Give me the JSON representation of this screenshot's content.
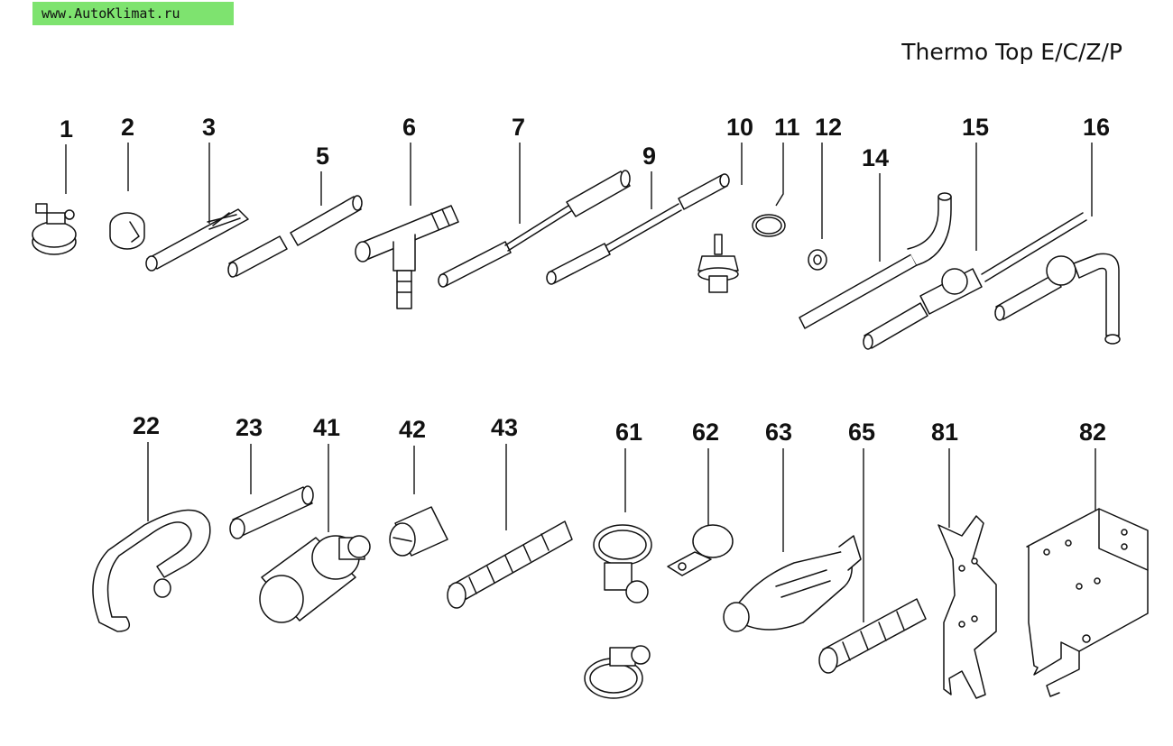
{
  "watermark": "www.AutoKlimat.ru",
  "title": "Thermo Top E/C/Z/P",
  "parts": [
    "1",
    "2",
    "3",
    "5",
    "6",
    "7",
    "9",
    "10",
    "11",
    "12",
    "14",
    "15",
    "16",
    "22",
    "23",
    "41",
    "42",
    "43",
    "61",
    "62",
    "63",
    "65",
    "81",
    "82"
  ],
  "colors": {
    "watermark_bg": "#7ee36f",
    "ink": "#111111",
    "paper": "#ffffff"
  }
}
